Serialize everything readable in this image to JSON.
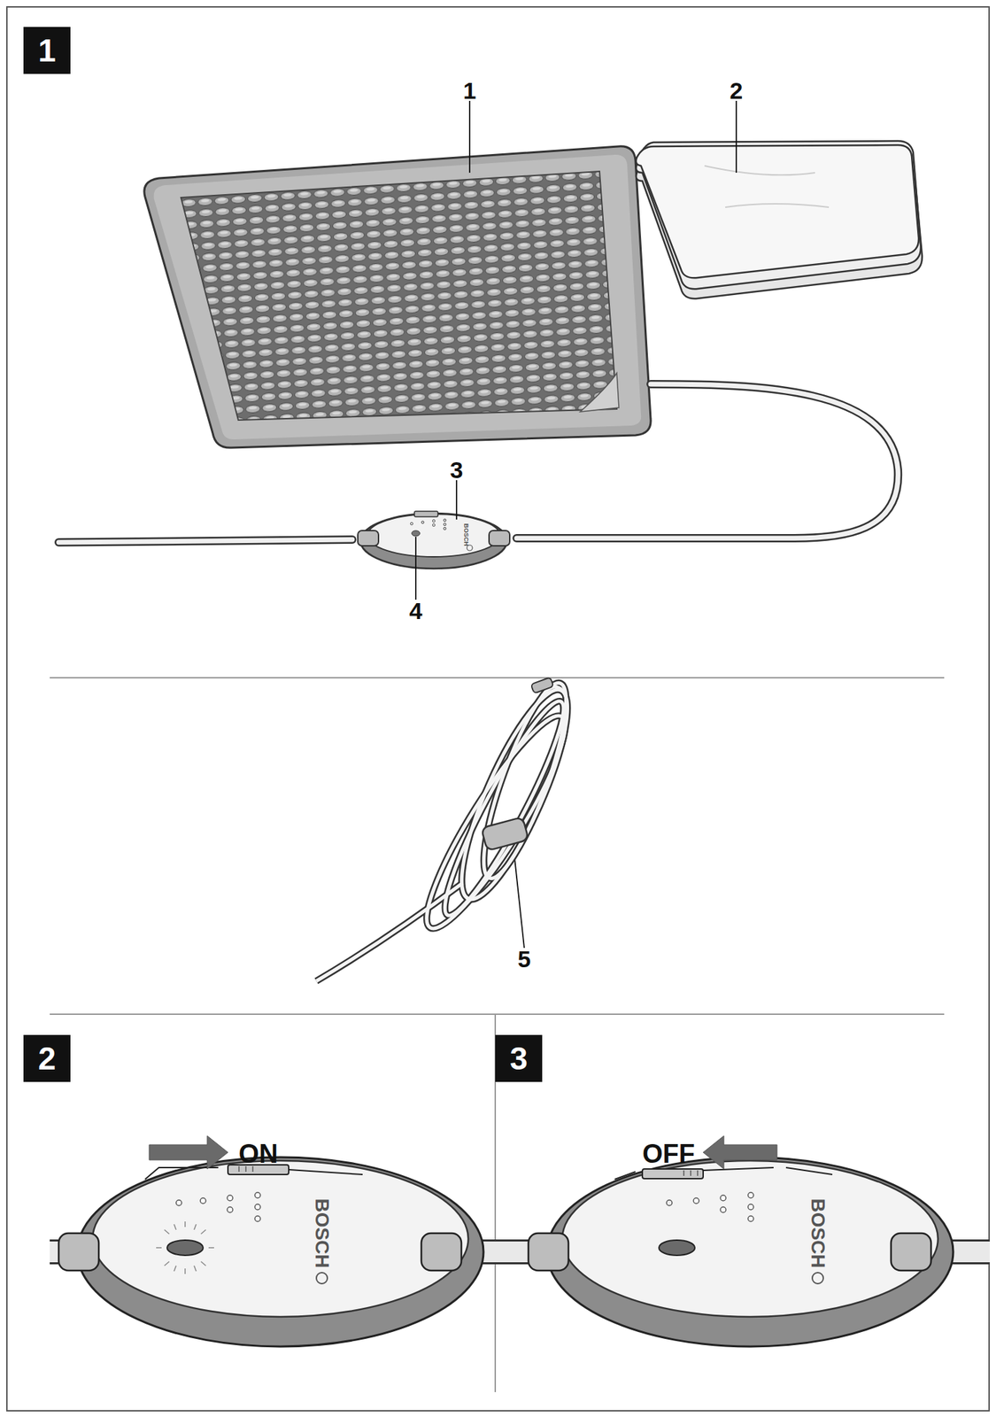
{
  "diagram": {
    "nodes": [
      {
        "text": [
          "1"
        ]
      },
      {
        "text": [
          "2"
        ]
      },
      {
        "text": [
          "3"
        ]
      }
    ],
    "labels": [
      "1",
      "2",
      "3",
      "4",
      "5",
      "BOSCH",
      "ON",
      "BOSCH",
      "OFF",
      "BOSCH"
    ]
  }
}
